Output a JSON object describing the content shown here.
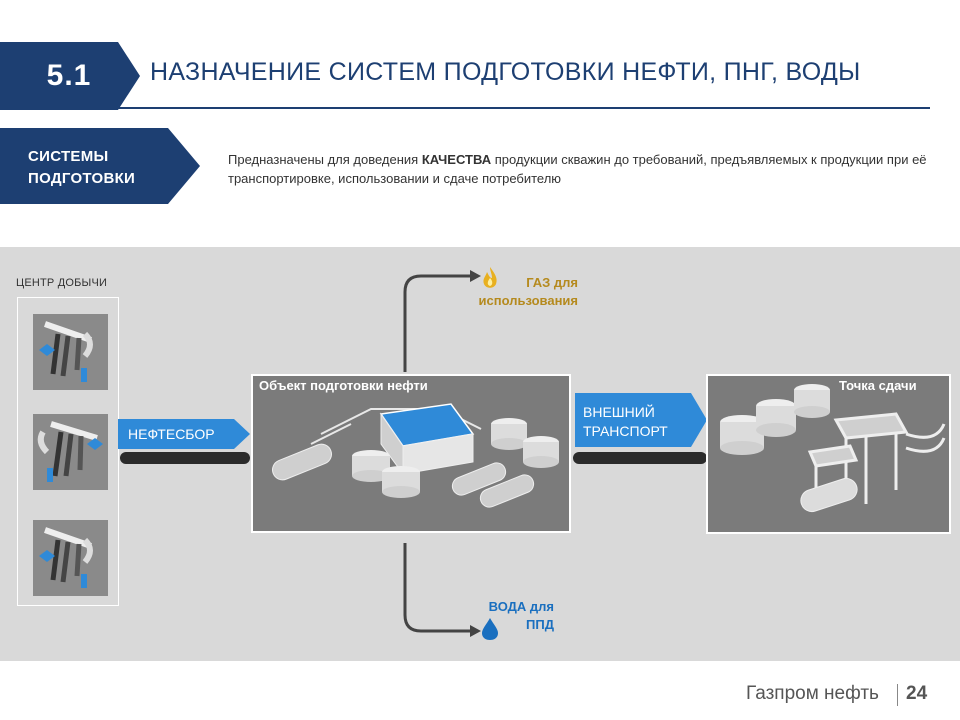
{
  "header": {
    "section_number": "5.1",
    "title": "НАЗНАЧЕНИЕ СИСТЕМ ПОДГОТОВКИ НЕФТИ, ПНГ, ВОДЫ"
  },
  "intro": {
    "badge_line1": "СИСТЕМЫ",
    "badge_line2": "ПОДГОТОВКИ",
    "text_before": "Предназначены для доведения ",
    "text_bold": "КАЧЕСТВА",
    "text_after": " продукции скважин до требований, предъявляемых к продукции при её транспортировке, использовании и сдаче потребителю"
  },
  "diagram": {
    "production_center_label": "ЦЕНТР ДОБЫЧИ",
    "gathering_label": "НЕФТЕСБОР",
    "facility_title": "Объект подготовки нефти",
    "transport_line1": "ВНЕШНИЙ",
    "transport_line2": "ТРАНСПОРТ",
    "delivery_title": "Точка сдачи",
    "gas_line1": "ГАЗ для",
    "gas_line2": "использования",
    "water_line1": "ВОДА для",
    "water_line2": "ППД"
  },
  "footer": {
    "brand": "Газпром нефть",
    "page": "24"
  },
  "colors": {
    "navy": "#1d3f72",
    "accent_blue": "#2f8ad8",
    "gas_gold": "#b58a1e",
    "water_blue": "#1a6fbf",
    "panel_gray": "#d9d9d9",
    "facility_gray": "#7b7b7b"
  },
  "icons": [
    "pumpjack-icon",
    "flame-icon",
    "water-drop-icon",
    "tank-icon",
    "pipe-icon",
    "loading-rack-icon"
  ]
}
